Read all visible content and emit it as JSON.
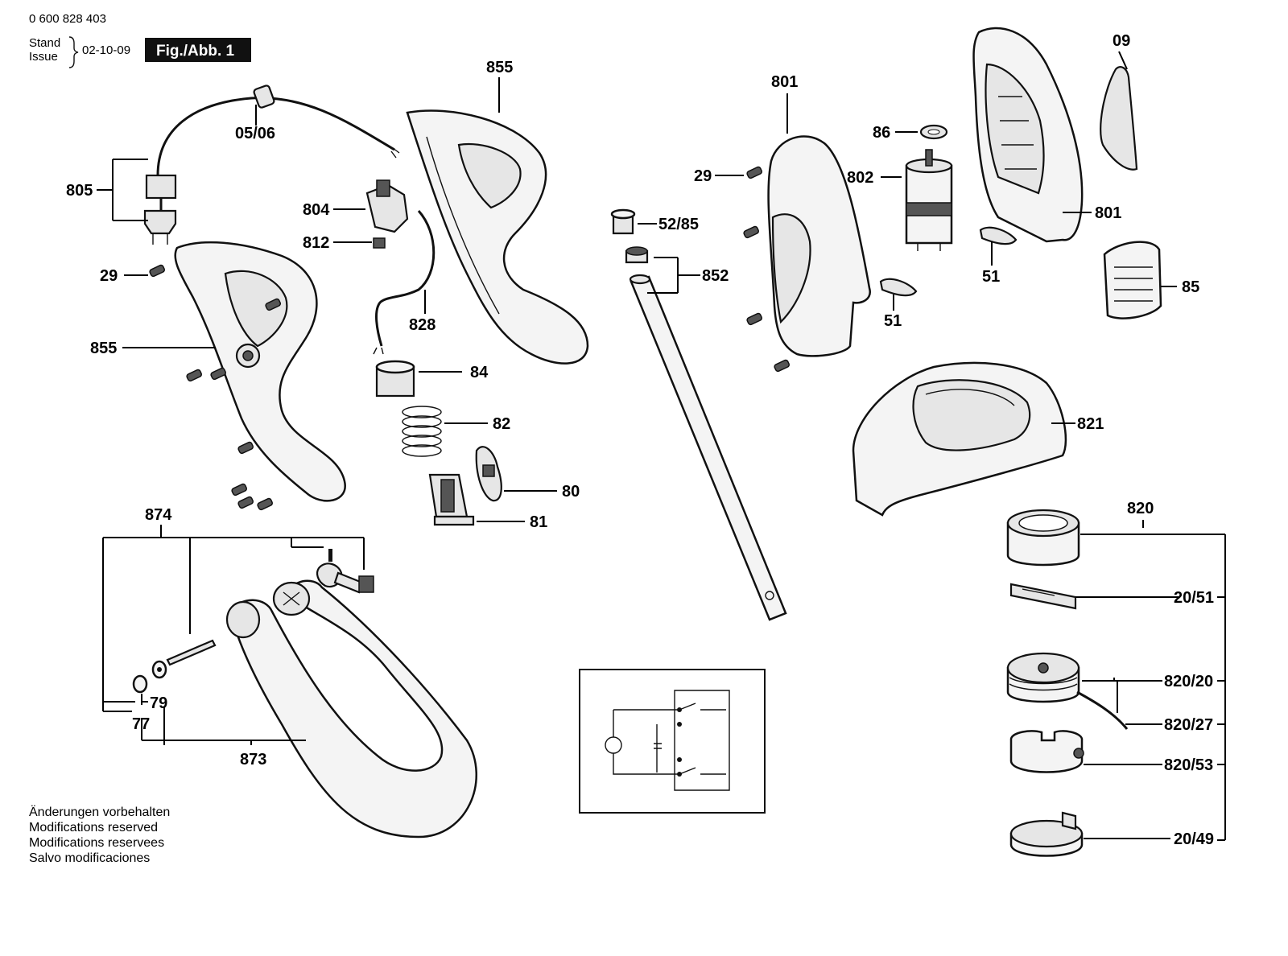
{
  "header": {
    "doc_number": "0 600 828 403",
    "stand_label": "Stand",
    "issue_label": "Issue",
    "date": "02-10-09",
    "figure_badge": "Fig./Abb. 1"
  },
  "labels": {
    "p_05_06": "05/06",
    "p_805": "805",
    "p_855_top": "855",
    "p_804": "804",
    "p_812": "812",
    "p_29_left": "29",
    "p_828": "828",
    "p_855_left": "855",
    "p_84": "84",
    "p_82": "82",
    "p_80": "80",
    "p_81": "81",
    "p_874": "874",
    "p_79": "79",
    "p_77": "77",
    "p_873": "873",
    "p_52_85": "52/85",
    "p_852": "852",
    "p_801_top": "801",
    "p_29_right": "29",
    "p_802": "802",
    "p_86": "86",
    "p_51_mid": "51",
    "p_09": "09",
    "p_801_right": "801",
    "p_51_right": "51",
    "p_85": "85",
    "p_821": "821",
    "p_820": "820",
    "p_20_51": "20/51",
    "p_820_20": "820/20",
    "p_820_27": "820/27",
    "p_820_53": "820/53",
    "p_20_49": "20/49"
  },
  "footer": {
    "line1": "Änderungen vorbehalten",
    "line2": "Modifications reserved",
    "line3": "Modifications reservees",
    "line4": "Salvo modificaciones"
  }
}
